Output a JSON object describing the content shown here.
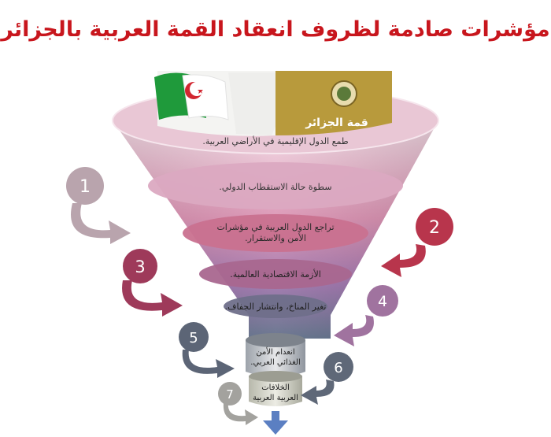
{
  "title": "مؤشرات صادمة لظروف انعقاد القمة العربية بالجزائر",
  "banner": {
    "summit_label": "قمة الجزائر"
  },
  "layers": [
    {
      "text": "طمع الدول الإقليمية في الأراضي العربية."
    },
    {
      "text": "سطوة حالة الاستقطاب الدولي."
    },
    {
      "line1": "تراجع الدول العربية في مؤشرات",
      "line2": "الأمن والاستقرار."
    },
    {
      "text": "الأزمة الاقتصادية العالمية."
    },
    {
      "text": "تغير المناخ، وانتشار الجفاف."
    },
    {
      "line1": "انعدام الأمن",
      "line2": "الغذائي العربي."
    },
    {
      "line1": "الخلافات",
      "line2": "العربية العربية"
    }
  ],
  "markers": [
    "1",
    "2",
    "3",
    "4",
    "5",
    "6",
    "7"
  ],
  "colors": {
    "title": "#c8161d",
    "marker1": "#b9a4ad",
    "marker2": "#b8354c",
    "marker3": "#9e3a5a",
    "marker4": "#a0739f",
    "marker5": "#5c6576",
    "marker6": "#5f6878",
    "marker7": "#a3a29e",
    "flag_green": "#1f9a3b",
    "flag_red": "#d22630",
    "banner_gold": "#b89a3c"
  }
}
